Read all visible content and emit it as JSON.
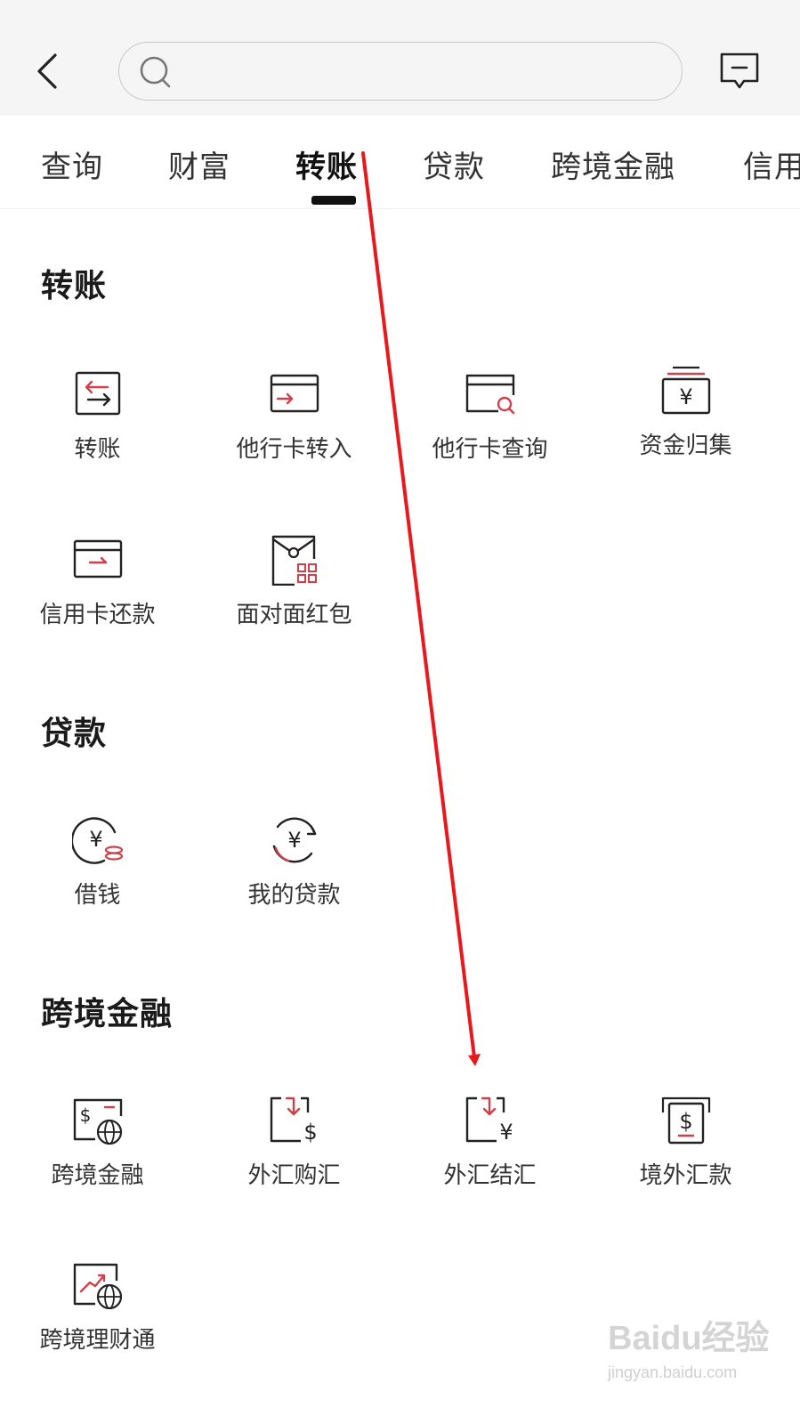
{
  "header": {
    "search_placeholder": "",
    "back_icon": "back-arrow-icon",
    "message_icon": "message-icon"
  },
  "tabs": [
    {
      "label": "查询"
    },
    {
      "label": "财富"
    },
    {
      "label": "转账",
      "active": true
    },
    {
      "label": "贷款"
    },
    {
      "label": "跨境金融"
    },
    {
      "label": "信用"
    }
  ],
  "sections": {
    "transfer": {
      "title": "转账",
      "items": [
        {
          "label": "转账",
          "icon": "transfer-icon"
        },
        {
          "label": "他行卡转入",
          "icon": "card-transfer-in-icon"
        },
        {
          "label": "他行卡查询",
          "icon": "card-search-icon"
        },
        {
          "label": "资金归集",
          "icon": "fund-collection-icon"
        },
        {
          "label": "信用卡还款",
          "icon": "credit-card-repay-icon"
        },
        {
          "label": "面对面红包",
          "icon": "red-packet-icon"
        }
      ]
    },
    "loan": {
      "title": "贷款",
      "items": [
        {
          "label": "借钱",
          "icon": "borrow-money-icon"
        },
        {
          "label": "我的贷款",
          "icon": "my-loan-icon"
        }
      ]
    },
    "crossborder": {
      "title": "跨境金融",
      "items": [
        {
          "label": "跨境金融",
          "icon": "cross-border-finance-icon"
        },
        {
          "label": "外汇购汇",
          "icon": "fx-purchase-icon"
        },
        {
          "label": "外汇结汇",
          "icon": "fx-settlement-icon"
        },
        {
          "label": "境外汇款",
          "icon": "overseas-remittance-icon"
        },
        {
          "label": "跨境理财通",
          "icon": "cross-border-wealth-icon"
        }
      ]
    }
  },
  "watermark": {
    "brand": "Baidu经验",
    "url": "jingyan.baidu.com"
  },
  "colors": {
    "accent": "#d0404a",
    "annotation": "#e8191c",
    "text": "#333333"
  }
}
